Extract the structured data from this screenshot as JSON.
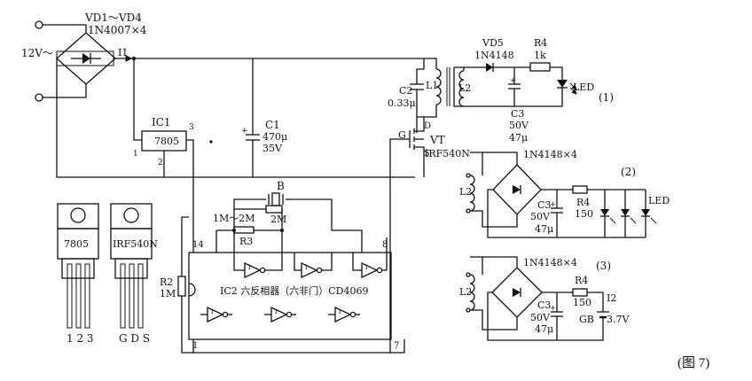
{
  "rectifier_main": {
    "title": "VD1～VD4",
    "part": "1N4007×4",
    "supply": "12V～",
    "current": "I1"
  },
  "regulator": {
    "name": "IC1",
    "part": "7805",
    "pin1": "1",
    "pin2": "2",
    "pin3": "3"
  },
  "cap_c1": {
    "name": "C1",
    "value": "470μ",
    "voltage": "35V"
  },
  "cap_c2": {
    "name": "C2",
    "value": "0.33μ"
  },
  "transformer": {
    "primary": "L1",
    "secondary": "L2"
  },
  "mosfet": {
    "name": "VT",
    "part": "IRF540N",
    "gate": "G",
    "drain": "D",
    "source": "S"
  },
  "circuit1": {
    "diode": "VD5",
    "diode_part": "1N4148",
    "resistor": "R4",
    "res_value": "1k",
    "led": "LED",
    "cap": "C3",
    "cap_voltage": "50V",
    "cap_value": "47μ",
    "label": "(1)"
  },
  "circuit2": {
    "bridge": "1N4148×4",
    "inductor": "L2",
    "cap": "C3",
    "cap_voltage": "50V",
    "cap_value": "47μ",
    "resistor": "R4",
    "res_value": "150",
    "led": "LED",
    "label": "(2)"
  },
  "circuit3": {
    "bridge": "1N4148×4",
    "inductor": "L2",
    "cap": "C3",
    "cap_voltage": "50V",
    "cap_value": "47μ",
    "resistor": "R4",
    "res_value": "150",
    "current": "I2",
    "battery": "GB",
    "battery_voltage": "3.7V",
    "label": "(3)"
  },
  "oscillator": {
    "crystal": "B",
    "crystal_value": "2M",
    "r3_range": "1M～2M",
    "r3": "R3",
    "r2": "R2",
    "r2_value": "1M",
    "pin14": "14",
    "pin8": "8",
    "pin1": "1",
    "pin7": "7",
    "ic2_label": "IC2 六反相器（六非门）CD4069"
  },
  "packages": {
    "left_name": "7805",
    "left_pins": "1 2 3",
    "right_name": "IRF540N",
    "right_pins": "G D S"
  },
  "caption": "(图 7)"
}
